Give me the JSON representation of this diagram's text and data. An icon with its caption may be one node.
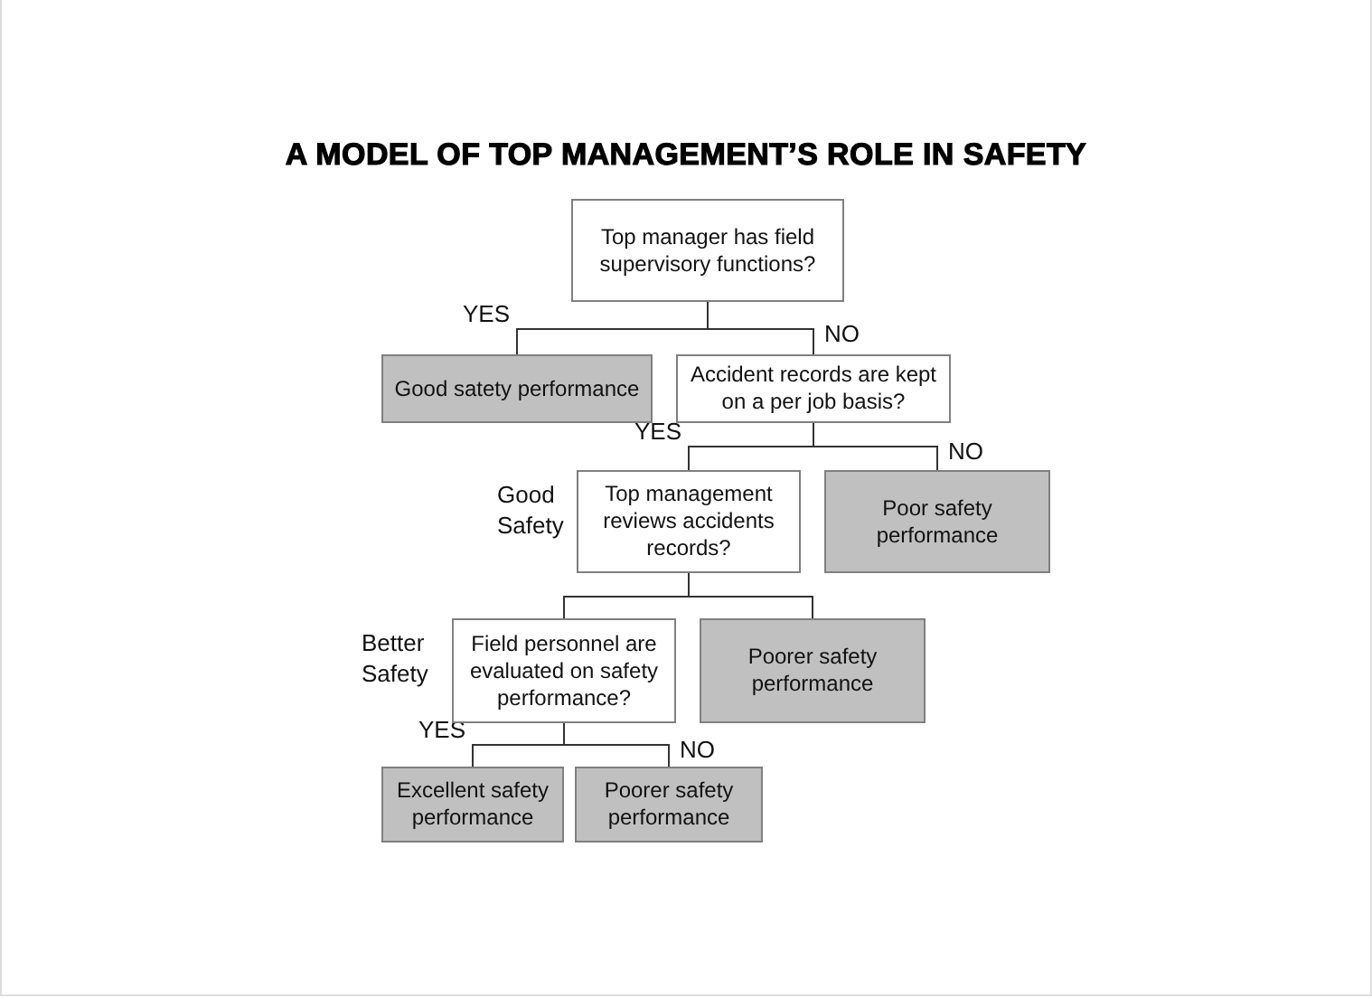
{
  "diagram": {
    "title": "A MODEL OF TOP MANAGEMENT’S ROLE IN SAFETY",
    "nodes": [
      {
        "text": [
          "Top manager has field supervisory functions?"
        ]
      },
      {
        "text": [
          "Good satety performance"
        ]
      },
      {
        "text": [
          "Accident records are kept on a per job basis?"
        ]
      },
      {
        "text": [
          "Top management reviews accidents records?"
        ],
        "beside": [
          "Good Safety"
        ]
      },
      {
        "text": [
          "Poor safety performance"
        ]
      },
      {
        "text": [
          "Field personnel are evaluated on safety performance?"
        ],
        "beside": [
          "Better Safety"
        ]
      },
      {
        "text": [
          "Poorer safety performance"
        ]
      },
      {
        "text": [
          "Excellent safety performance"
        ]
      },
      {
        "text": [
          "Poorer safety performance"
        ]
      }
    ],
    "edges": [
      {
        "from": 0,
        "to": 1,
        "arrow": "none",
        "label": "YES"
      },
      {
        "from": 0,
        "to": 2,
        "arrow": "none",
        "label": "NO"
      },
      {
        "from": 2,
        "to": 3,
        "arrow": "none",
        "label": "YES"
      },
      {
        "from": 2,
        "to": 4,
        "arrow": "none",
        "label": "NO"
      },
      {
        "from": 3,
        "to": 5,
        "arrow": "none"
      },
      {
        "from": 3,
        "to": 6,
        "arrow": "none"
      },
      {
        "from": 5,
        "to": 7,
        "arrow": "none",
        "label": "YES"
      },
      {
        "from": 5,
        "to": 8,
        "arrow": "none",
        "label": "NO"
      }
    ]
  }
}
